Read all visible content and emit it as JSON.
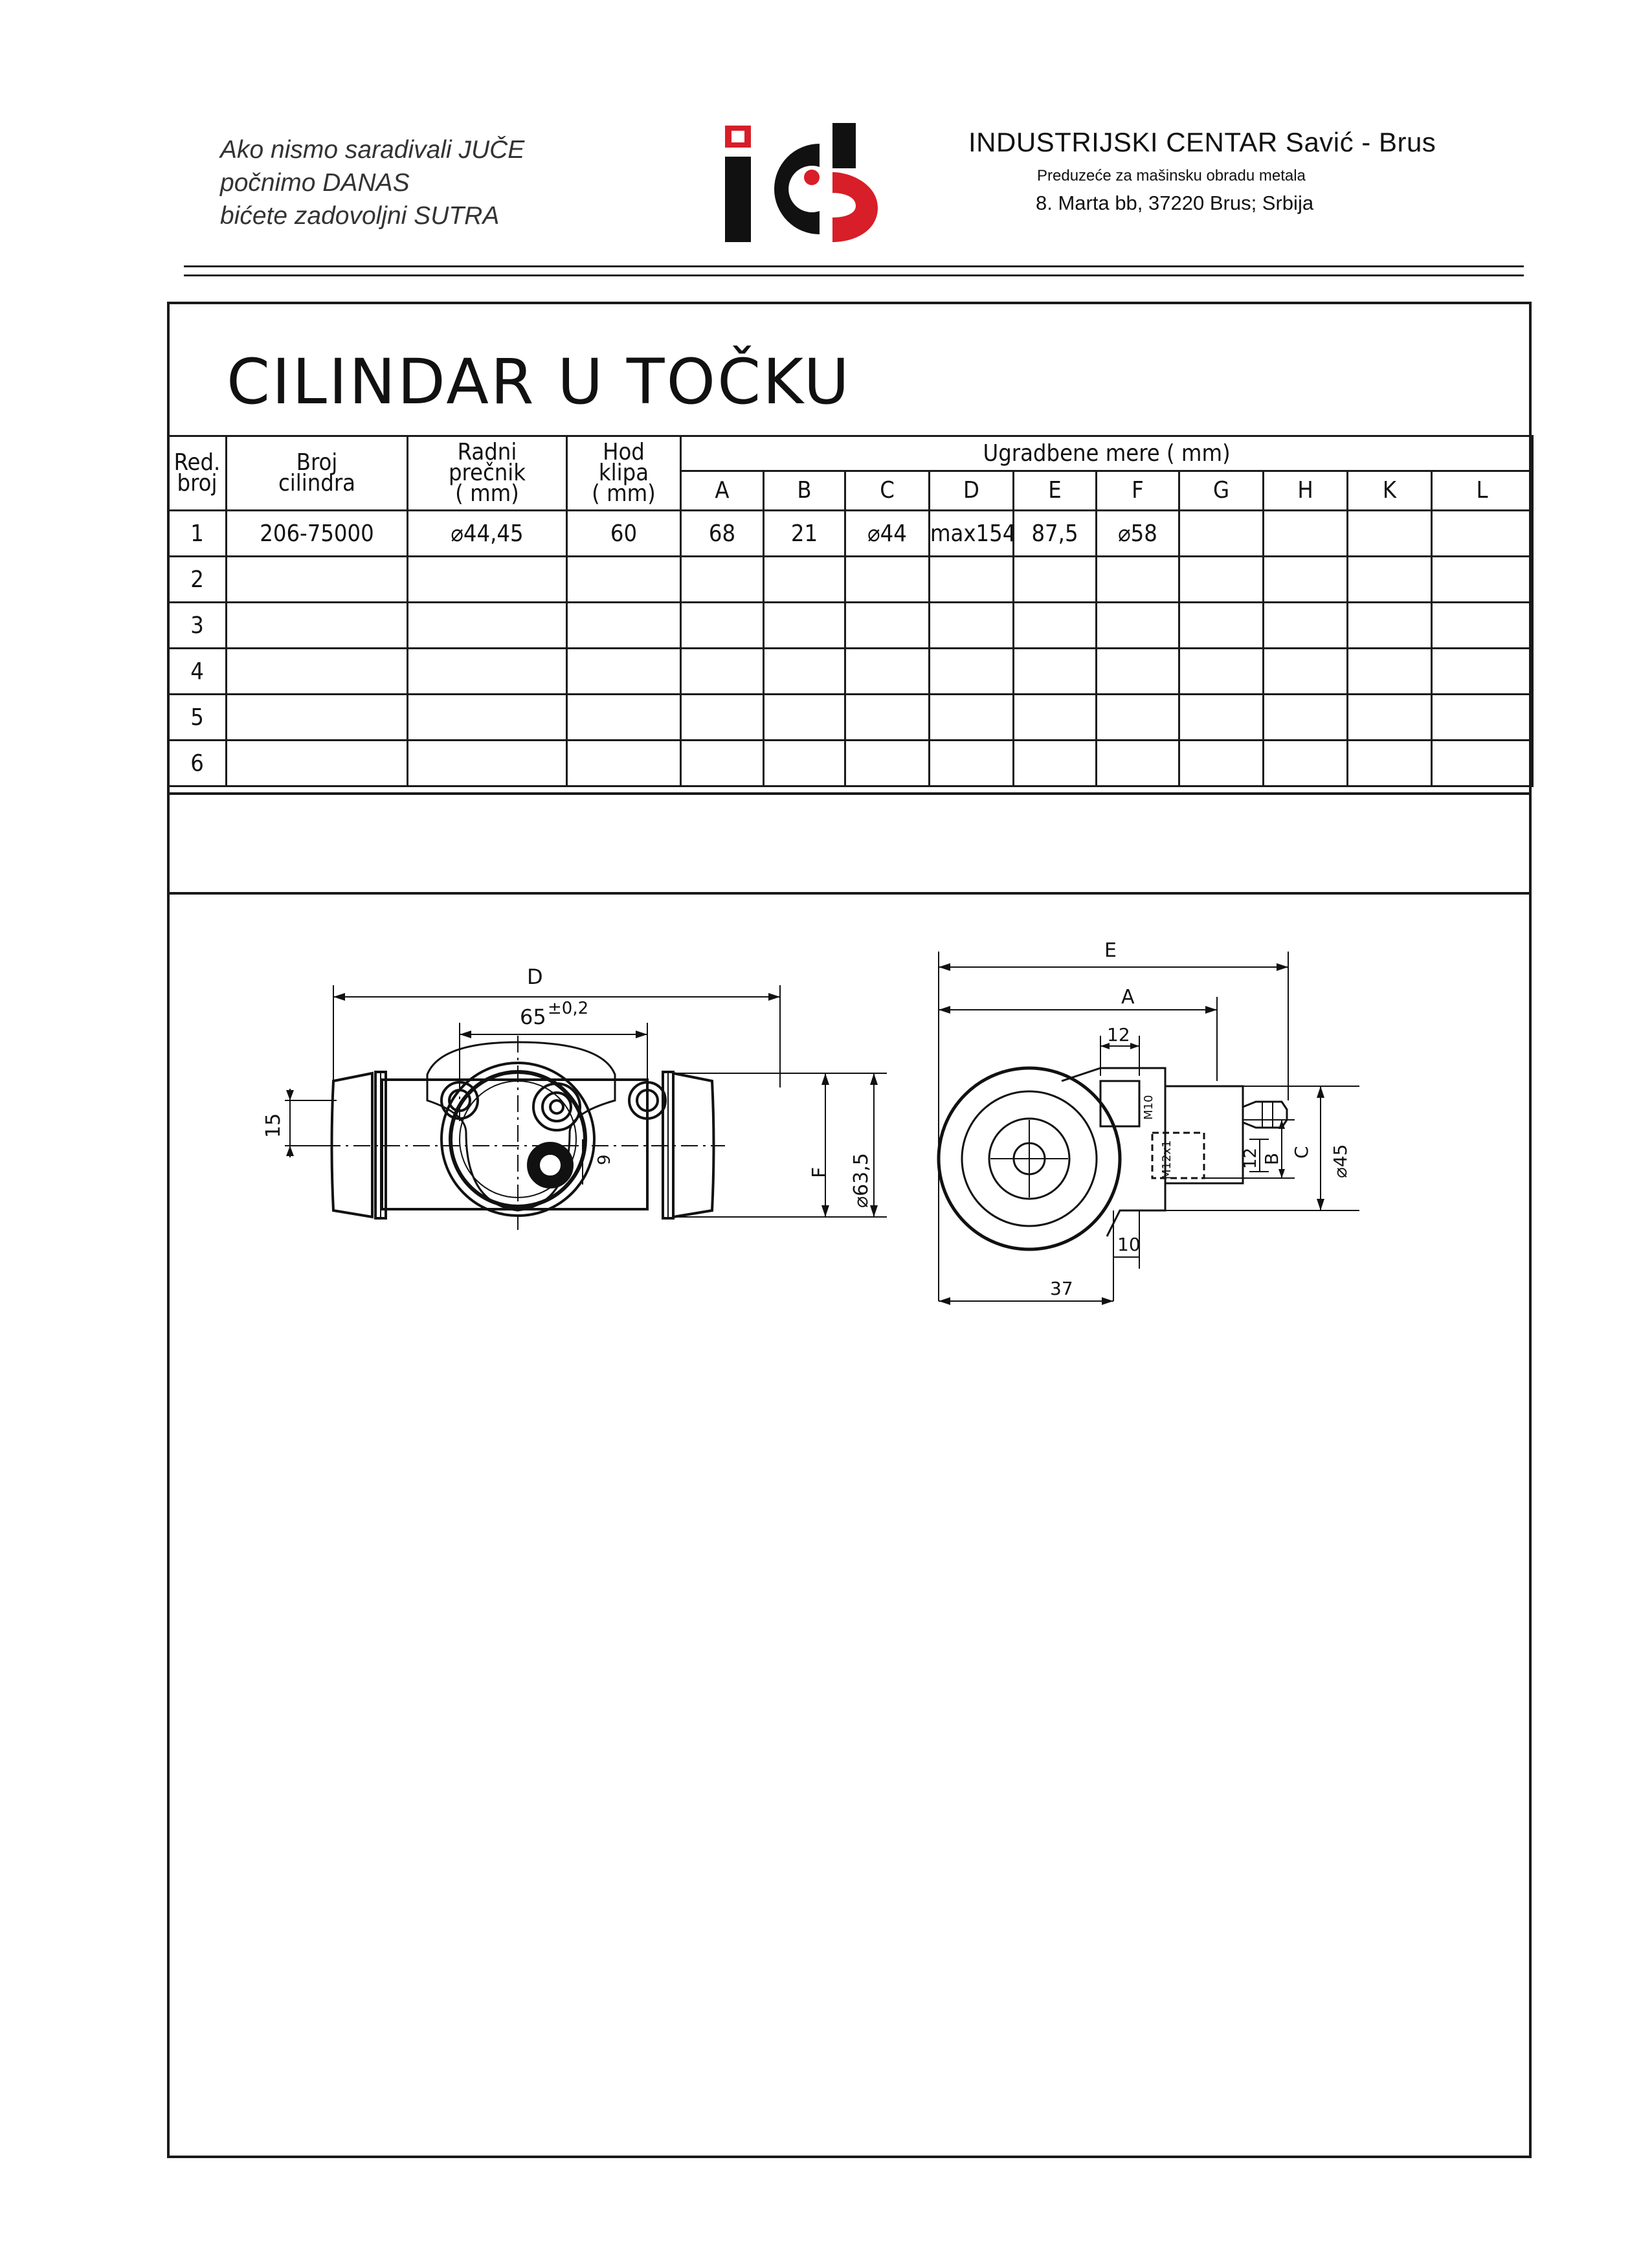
{
  "header": {
    "slogan": [
      "Ako nismo saradivali JUČE",
      "počnimo DANAS",
      "bićete zadovoljni SUTRA"
    ],
    "logo_text": "iCS",
    "company_name": "INDUSTRIJSKI CENTAR Savić - Brus",
    "company_subtitle": "Preduzeće za mašinsku obradu metala",
    "company_address": "8. Marta bb, 37220 Brus; Srbija",
    "logo_colors": {
      "black": "#111111",
      "red": "#d81e28"
    }
  },
  "document": {
    "title": "CILINDAR U TOČKU"
  },
  "table": {
    "headers": {
      "red_broj": [
        "Red.",
        "broj"
      ],
      "broj_cilindra": [
        "Broj",
        "cilindra"
      ],
      "radni_precnik": [
        "Radni",
        "prečnik",
        "( mm)"
      ],
      "hod_klipa": [
        "Hod",
        "klipa",
        "( mm)"
      ],
      "ugradbene_mere": "Ugradbene mere ( mm)",
      "letters": [
        "A",
        "B",
        "C",
        "D",
        "E",
        "F",
        "G",
        "H",
        "K",
        "L"
      ]
    },
    "rows": [
      {
        "red": "1",
        "broj": "206-75000",
        "precnik": "⌀44,45",
        "hod": "60",
        "mere": [
          "68",
          "21",
          "⌀44",
          "max154",
          "87,5",
          "⌀58",
          "",
          "",
          "",
          ""
        ]
      },
      {
        "red": "2",
        "broj": "",
        "precnik": "",
        "hod": "",
        "mere": [
          "",
          "",
          "",
          "",
          "",
          "",
          "",
          "",
          "",
          ""
        ]
      },
      {
        "red": "3",
        "broj": "",
        "precnik": "",
        "hod": "",
        "mere": [
          "",
          "",
          "",
          "",
          "",
          "",
          "",
          "",
          "",
          ""
        ]
      },
      {
        "red": "4",
        "broj": "",
        "precnik": "",
        "hod": "",
        "mere": [
          "",
          "",
          "",
          "",
          "",
          "",
          "",
          "",
          "",
          ""
        ]
      },
      {
        "red": "5",
        "broj": "",
        "precnik": "",
        "hod": "",
        "mere": [
          "",
          "",
          "",
          "",
          "",
          "",
          "",
          "",
          "",
          ""
        ]
      },
      {
        "red": "6",
        "broj": "",
        "precnik": "",
        "hod": "",
        "mere": [
          "",
          "",
          "",
          "",
          "",
          "",
          "",
          "",
          "",
          ""
        ]
      }
    ]
  },
  "drawing": {
    "side_view": {
      "dim_D": "D",
      "dim_65": "65",
      "dim_65_tol": "±0,2",
      "dim_15": "15",
      "dim_9": "9",
      "dim_F": "F",
      "dim_63": "⌀63,5"
    },
    "end_view": {
      "dim_E": "E",
      "dim_A": "A",
      "dim_12_top": "12",
      "thread_m10": "M10",
      "thread_m12": "M12x1",
      "dim_12_side": "12",
      "dim_B": "B",
      "dim_C": "C",
      "dim_45": "⌀45",
      "dim_10": "10",
      "dim_37": "37"
    }
  }
}
